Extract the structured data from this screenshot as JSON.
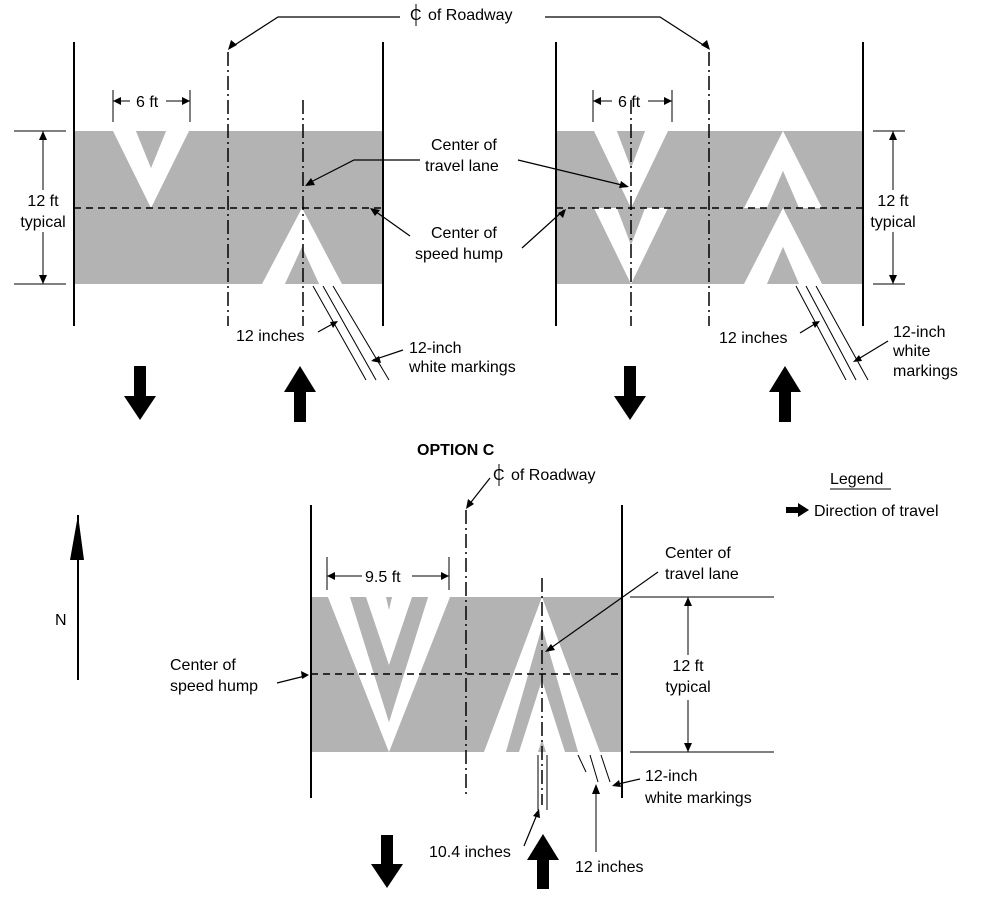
{
  "top": {
    "roadway_cl_label": "of Roadway",
    "left": {
      "dim_width": "6 ft",
      "dim_height_line1": "12 ft",
      "dim_height_line2": "typical",
      "lane_center_line1": "Center of",
      "lane_center_line2": "travel lane",
      "hump_center_line1": "Center of",
      "hump_center_line2": "speed hump",
      "gap_label": "12 inches",
      "marking_line1": "12-inch",
      "marking_line2": "white markings"
    },
    "right": {
      "dim_width": "6 ft",
      "dim_height_line1": "12 ft",
      "dim_height_line2": "typical",
      "gap_label": "12 inches",
      "marking_line1": "12-inch",
      "marking_line2": "white",
      "marking_line3": "markings"
    }
  },
  "option_c": {
    "title": "OPTION C",
    "roadway_cl_label": "of Roadway",
    "dim_width": "9.5 ft",
    "lane_center_line1": "Center of",
    "lane_center_line2": "travel lane",
    "hump_center_line1": "Center of",
    "hump_center_line2": "speed hump",
    "dim_height_line1": "12 ft",
    "dim_height_line2": "typical",
    "marking_line1": "12-inch",
    "marking_line2": "white markings",
    "offset_label": "10.4 inches",
    "gap_label": "12 inches"
  },
  "legend": {
    "title": "Legend",
    "item": "Direction of travel"
  },
  "north_label": "N",
  "colors": {
    "hump": "#b3b3b3",
    "marking": "#ffffff",
    "line": "#000000"
  }
}
